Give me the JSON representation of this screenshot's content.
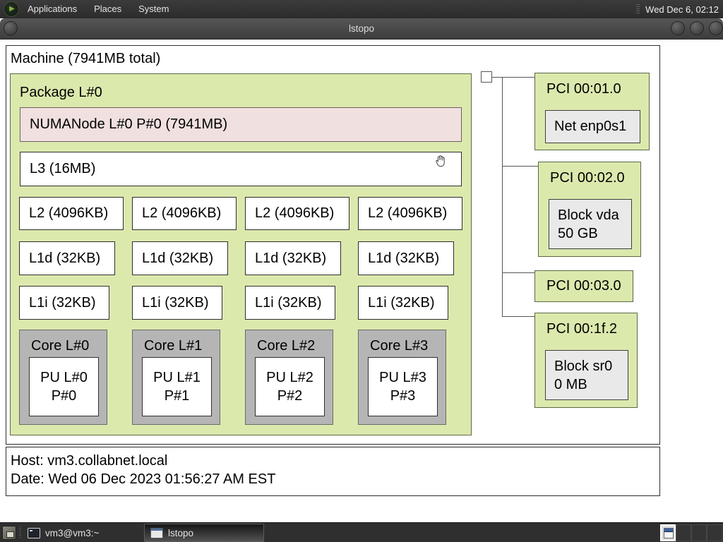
{
  "panel": {
    "menus": [
      {
        "label": "Applications"
      },
      {
        "label": "Places"
      },
      {
        "label": "System"
      }
    ],
    "clock": "Wed Dec 6, 02:12"
  },
  "titlebar": {
    "title": "lstopo"
  },
  "machine": {
    "label": "Machine (7941MB total)",
    "package": {
      "label": "Package L#0",
      "numanode": "NUMANode L#0 P#0 (7941MB)",
      "l3": "L3 (16MB)",
      "l2": [
        "L2 (4096KB)",
        "L2 (4096KB)",
        "L2 (4096KB)",
        "L2 (4096KB)"
      ],
      "l1d": [
        "L1d (32KB)",
        "L1d (32KB)",
        "L1d (32KB)",
        "L1d (32KB)"
      ],
      "l1i": [
        "L1i (32KB)",
        "L1i (32KB)",
        "L1i (32KB)",
        "L1i (32KB)"
      ],
      "cores": [
        {
          "label": "Core L#0",
          "pu": "PU L#0",
          "p": "P#0"
        },
        {
          "label": "Core L#1",
          "pu": "PU L#1",
          "p": "P#1"
        },
        {
          "label": "Core L#2",
          "pu": "PU L#2",
          "p": "P#2"
        },
        {
          "label": "Core L#3",
          "pu": "PU L#3",
          "p": "P#3"
        }
      ]
    }
  },
  "pci": [
    {
      "label": "PCI 00:01.0",
      "device_line1": "Net enp0s1",
      "device_line2": ""
    },
    {
      "label": "PCI 00:02.0",
      "device_line1": "Block vda",
      "device_line2": "50 GB"
    },
    {
      "label": "PCI 00:03.0"
    },
    {
      "label": "PCI 00:1f.2",
      "device_line1": "Block sr0",
      "device_line2": "0 MB"
    }
  ],
  "footer": {
    "host": "Host: vm3.collabnet.local",
    "date": "Date: Wed 06 Dec 2023 01:56:27 AM EST"
  },
  "taskbar": {
    "windows": [
      {
        "label": "vm3@vm3:~",
        "active": false
      },
      {
        "label": "lstopo",
        "active": true
      }
    ],
    "workspace_count": "4"
  },
  "icons": {
    "distro_menu": "green-play-circle",
    "window_menu": "dark-sphere",
    "minimize": "dark-sphere",
    "maximize": "dark-sphere",
    "close": "dark-sphere",
    "terminal": "terminal-window",
    "lstopo_window": "window-with-titlebar",
    "show_desktop": "desktop-rect",
    "workspace_active_window": "mini-window",
    "cursor": "open-hand-grab"
  },
  "colors": {
    "package_green": "#dbe9ad",
    "numa_pink": "#f1e0e0",
    "core_gray": "#b5b5b5",
    "device_gray": "#e9e9e9",
    "panel_dark": "#2f2f2f"
  }
}
